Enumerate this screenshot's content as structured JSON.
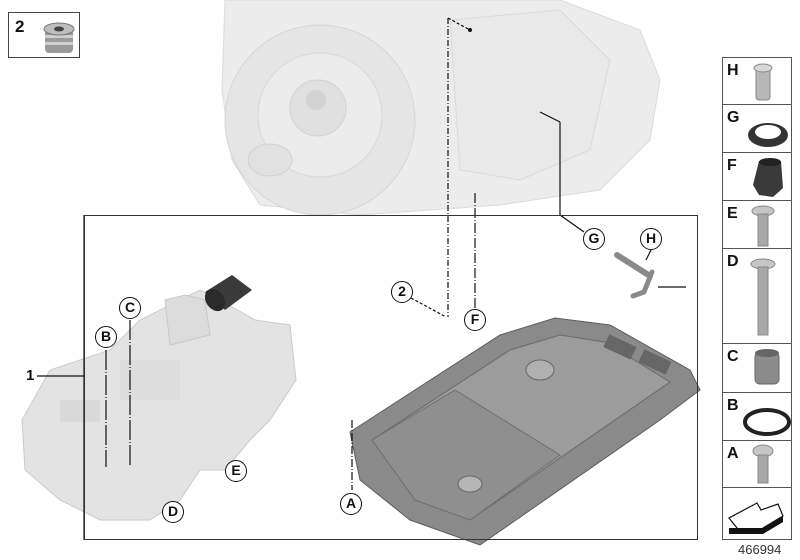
{
  "diagram": {
    "reference_number": "466994",
    "main_callout": "1",
    "inset": {
      "label": "2",
      "part": "screw-plug"
    },
    "callouts": [
      {
        "id": "A",
        "part": "oil-pan-screw"
      },
      {
        "id": "B",
        "part": "o-ring"
      },
      {
        "id": "C",
        "part": "sleeve"
      },
      {
        "id": "D",
        "part": "long-screw"
      },
      {
        "id": "E",
        "part": "short-screw"
      },
      {
        "id": "F",
        "part": "connector-adapter"
      },
      {
        "id": "G",
        "part": "sealing-ring"
      },
      {
        "id": "H",
        "part": "guide-sleeve"
      },
      {
        "id": "2",
        "part": "screw-plug"
      }
    ],
    "side_panel": [
      {
        "letter": "H",
        "part": "guide-sleeve"
      },
      {
        "letter": "G",
        "part": "sealing-ring"
      },
      {
        "letter": "F",
        "part": "connector-adapter"
      },
      {
        "letter": "E",
        "part": "short-screw"
      },
      {
        "letter": "D",
        "part": "long-screw"
      },
      {
        "letter": "C",
        "part": "sleeve"
      },
      {
        "letter": "B",
        "part": "o-ring"
      },
      {
        "letter": "A",
        "part": "oil-pan-screw"
      },
      {
        "letter": "",
        "part": "arrow-symbol"
      }
    ],
    "colors": {
      "line": "#111111",
      "transmission_ghost": "#e6e6e6",
      "valve_body": "#e2e2e2",
      "oil_pan": "#7a7a7a",
      "rubber_dark": "#2e2e2e"
    }
  }
}
